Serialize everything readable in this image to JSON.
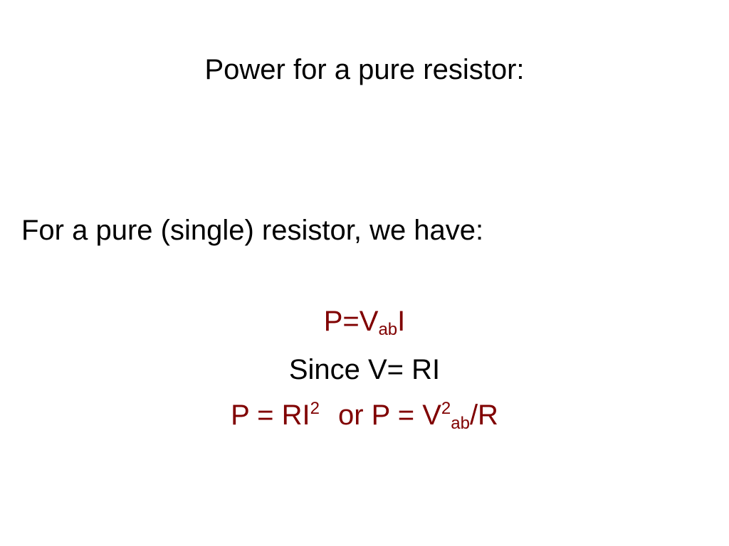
{
  "slide": {
    "title": "Power for a pure resistor:",
    "intro": "For a pure (single) resistor, we have:",
    "equations": {
      "line1": {
        "a": "P=V",
        "sub": "ab",
        "b": "I"
      },
      "line2": "Since V= RI",
      "line3": {
        "a": "P = RI",
        "sup1": "2",
        "b": "or P = V",
        "sup2": "2",
        "sub": "ab",
        "c": "/R"
      }
    },
    "colors": {
      "equation_accent": "#800000",
      "text": "#000000",
      "background": "#ffffff"
    }
  }
}
